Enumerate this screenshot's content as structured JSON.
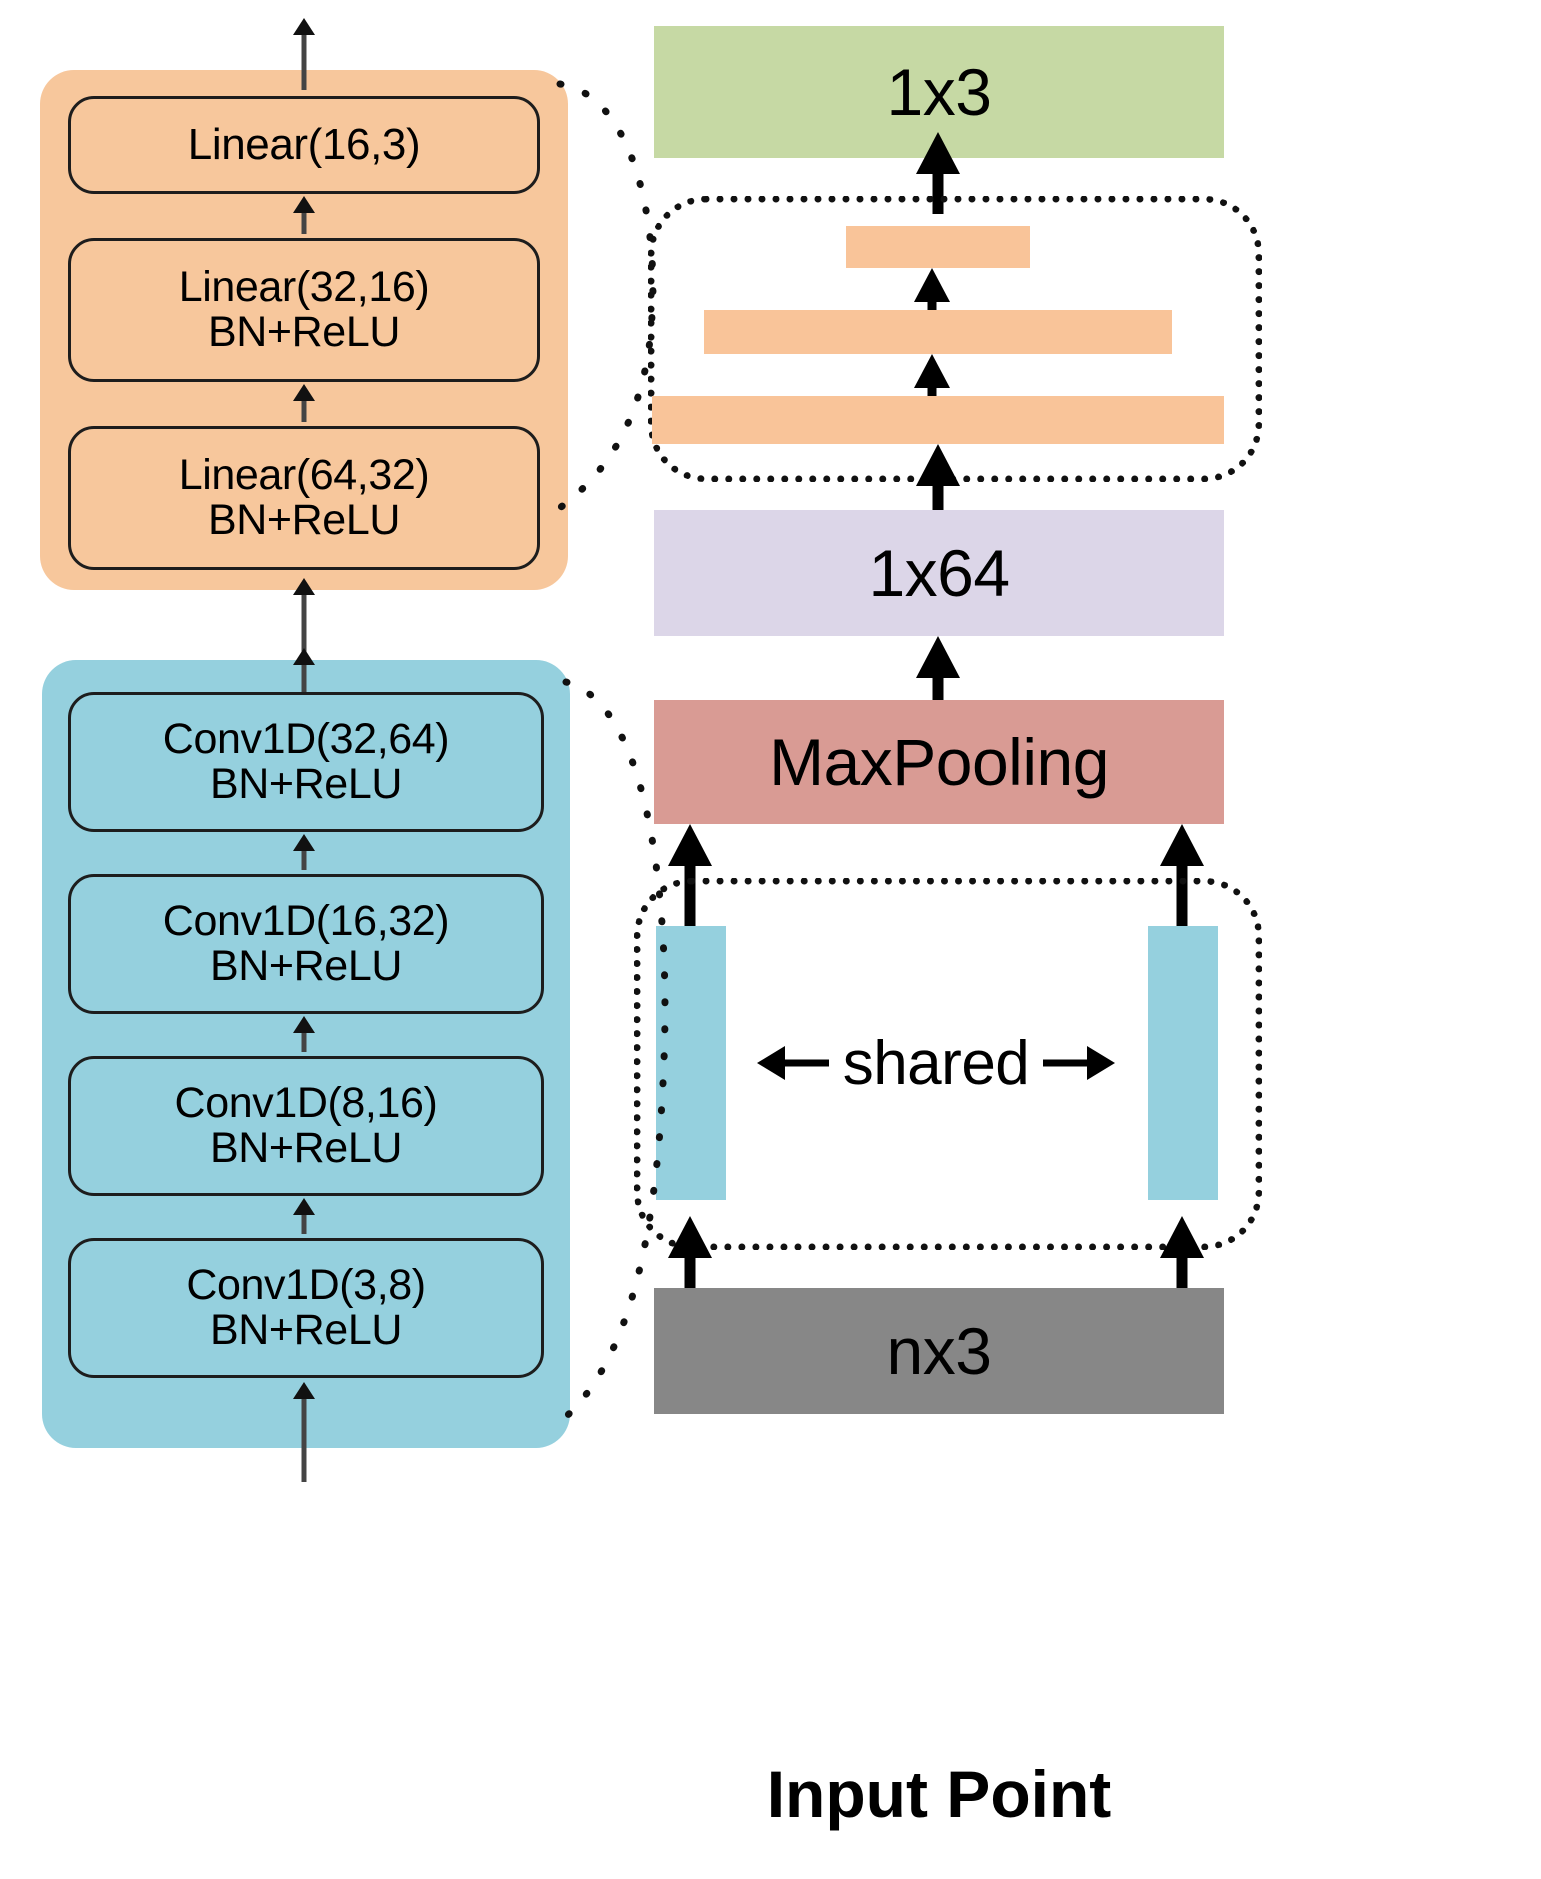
{
  "figure": {
    "caption": "Input Point",
    "shared_label": "shared"
  },
  "mlp_group": {
    "fill": "#f7c79c",
    "layers": [
      {
        "name": "linear-16-3",
        "line1": "Linear(16,3)",
        "line2": ""
      },
      {
        "name": "linear-32-16",
        "line1": "Linear(32,16)",
        "line2": "BN+ReLU"
      },
      {
        "name": "linear-64-32",
        "line1": "Linear(64,32)",
        "line2": "BN+ReLU"
      }
    ]
  },
  "conv_group": {
    "fill": "#95d0de",
    "layers": [
      {
        "name": "conv1d-32-64",
        "line1": "Conv1D(32,64)",
        "line2": "BN+ReLU"
      },
      {
        "name": "conv1d-16-32",
        "line1": "Conv1D(16,32)",
        "line2": "BN+ReLU"
      },
      {
        "name": "conv1d-8-16",
        "line1": "Conv1D(8,16)",
        "line2": "BN+ReLU"
      },
      {
        "name": "conv1d-3-8",
        "line1": "Conv1D(3,8)",
        "line2": "BN+ReLU"
      }
    ]
  },
  "pipeline": {
    "output": {
      "label": "1x3",
      "color": "#c6d9a4"
    },
    "features": {
      "label": "1x64",
      "color": "#dcd6e8"
    },
    "maxpooling": {
      "label": "MaxPooling",
      "color": "#d99b94"
    },
    "input": {
      "label": "nx3",
      "color": "#878787"
    }
  },
  "colors": {
    "orange_panel": "#f7c79c",
    "orange_bar": "#f9c499",
    "blue_panel": "#95d0de",
    "green": "#c6d9a4",
    "lavender": "#dcd6e8",
    "salmon": "#d99b94",
    "gray": "#878787",
    "outline": "#1d1d1d"
  }
}
